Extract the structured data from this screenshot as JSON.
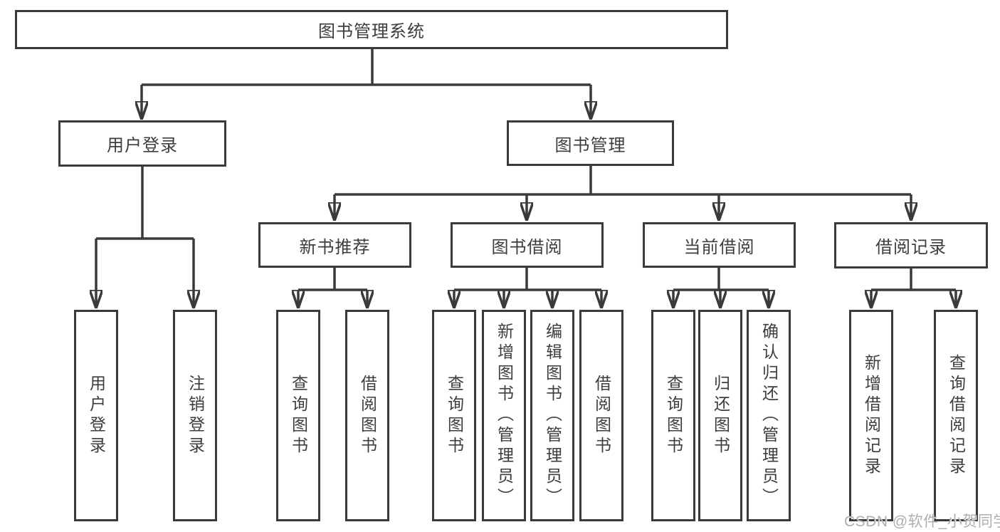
{
  "diagram": {
    "title": "图书管理系统",
    "level2": {
      "user_login": "用户登录",
      "book_mgmt": "图书管理"
    },
    "level3": {
      "new_book_rec": "新书推荐",
      "book_borrow": "图书借阅",
      "current_borrow": "当前借阅",
      "borrow_record": "借阅记录"
    },
    "leaves": {
      "user_login": "用户登录",
      "logout": "注销登录",
      "rec_query_book": "查询图书",
      "rec_borrow_book": "借阅图书",
      "bb_query_book": "查询图书",
      "bb_add_book": "新增图书（管理员）",
      "bb_edit_book": "编辑图书（管理员）",
      "bb_borrow_book": "借阅图书",
      "cur_query_book": "查询图书",
      "cur_return_book": "归还图书",
      "cur_confirm_return": "确认归还（管理员）",
      "rr_add_record": "新增借阅记录",
      "rr_query_record": "查询借阅记录"
    }
  },
  "watermark": "CSDN @软件_小贺同学",
  "colors": {
    "line": "#3a3a3a",
    "text": "#3d3d3d",
    "watermark": "#aeaeae",
    "background": "#ffffff"
  }
}
